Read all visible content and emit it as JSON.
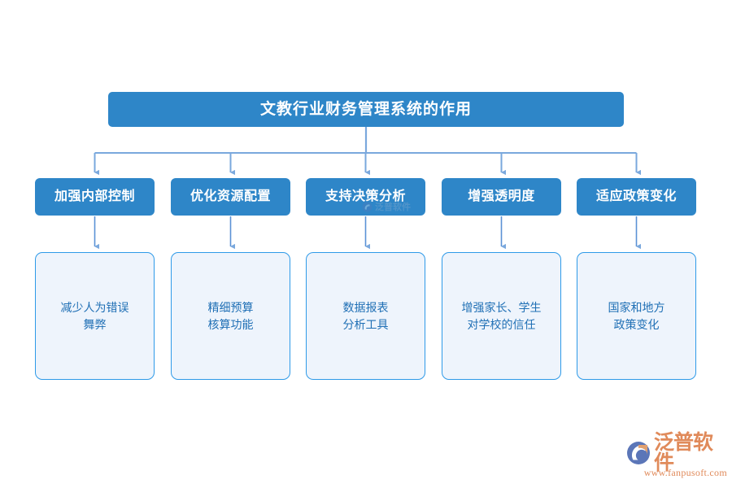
{
  "diagram": {
    "title": "文教行业财务管理系统的作用",
    "colors": {
      "primary_blue": "#2e86c8",
      "light_fill": "#eef4fc",
      "light_border": "#2e9ae8",
      "connector": "#7aa8dd",
      "detail_text": "#1f6fb5",
      "logo_orange": "#e08a5a",
      "logo_mark_blue": "#5b76b8"
    },
    "branches": [
      {
        "category": "加强内部控制",
        "detail": "减少人为错误\n舞弊"
      },
      {
        "category": "优化资源配置",
        "detail": "精细预算\n核算功能"
      },
      {
        "category": "支持决策分析",
        "detail": "数据报表\n分析工具"
      },
      {
        "category": "增强透明度",
        "detail": "增强家长、学生\n对学校的信任"
      },
      {
        "category": "适应政策变化",
        "detail": "国家和地方\n政策变化"
      }
    ]
  },
  "watermark": {
    "name": "泛普软件"
  },
  "logo": {
    "name": "泛普软件",
    "url": "www.fanpusoft.com"
  }
}
